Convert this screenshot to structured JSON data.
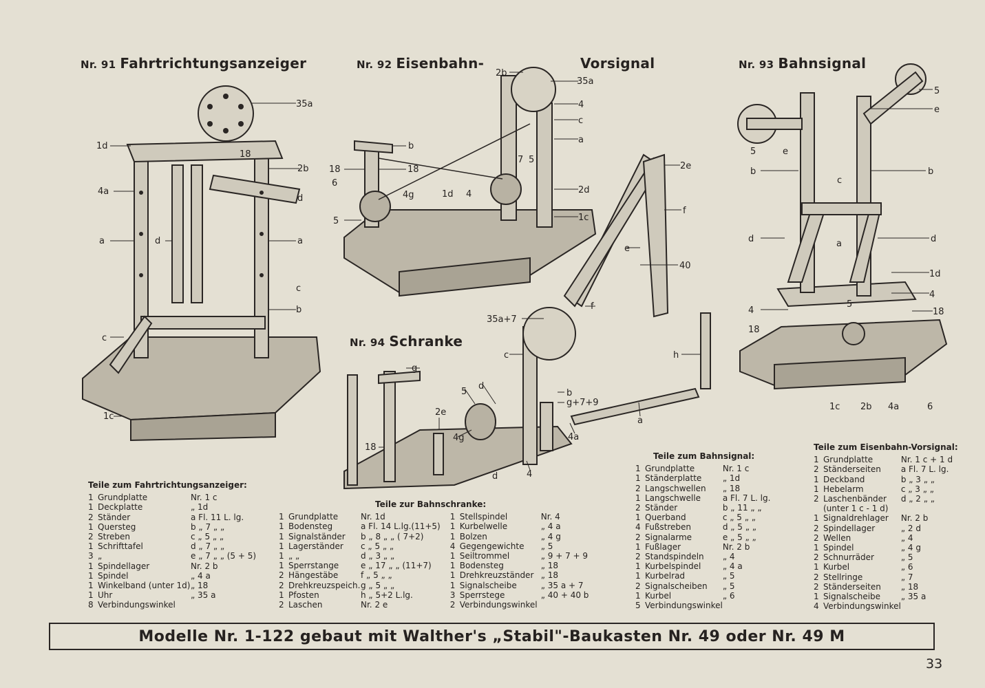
{
  "models": [
    {
      "nr": "Nr. 91",
      "title": "Fahrtrichtungsanzeiger",
      "labels": [
        "35a",
        "1d",
        "18",
        "2b",
        "4a",
        "d",
        "a",
        "d",
        "a",
        "c",
        "b",
        "c",
        "1c"
      ]
    },
    {
      "nr": "Nr. 92",
      "title": "Eisenbahn-",
      "title2": "Vorsignal",
      "labels": [
        "2b",
        "35a",
        "4",
        "c",
        "a",
        "b",
        "18",
        "18",
        "6",
        "4g",
        "1d",
        "7",
        "5",
        "4",
        "2d",
        "5",
        "1c"
      ]
    },
    {
      "nr": "Nr. 93",
      "title": "Bahnsignal",
      "labels": [
        "5",
        "e",
        "5",
        "e",
        "b",
        "b",
        "c",
        "d",
        "d",
        "a",
        "1d",
        "4",
        "5",
        "4",
        "18",
        "18",
        "1c",
        "2b",
        "4a",
        "6"
      ]
    },
    {
      "nr": "Nr. 94",
      "title": "Schranke",
      "labels": [
        "2e",
        "f",
        "e",
        "40",
        "35a+7",
        "f",
        "c",
        "h",
        "g",
        "2e",
        "5",
        "d",
        "b",
        "g+7+9",
        "4g",
        "4a",
        "a",
        "18",
        "d",
        "4"
      ]
    }
  ],
  "parts_91": {
    "heading": "Teile zum Fahrtrichtungsanzeiger:",
    "rows": [
      [
        "1",
        "Grundplatte",
        "Nr. 1 c"
      ],
      [
        "1",
        "Deckplatte",
        "„ 1d"
      ],
      [
        "2",
        "Ständer",
        "a Fl. 11 L. lg."
      ],
      [
        "1",
        "Quersteg",
        "b „ 7 „ „"
      ],
      [
        "2",
        "Streben",
        "c „ 5 „ „"
      ],
      [
        "1",
        "Schrifttafel",
        "d „ 7 „ „"
      ],
      [
        "3",
        "„",
        "e „ 7 „ „ (5 + 5)"
      ],
      [
        "1",
        "Spindellager",
        "Nr. 2 b"
      ],
      [
        "1",
        "Spindel",
        "„ 4 a"
      ],
      [
        "1",
        "Winkelband (unter 1d)",
        "„ 18"
      ],
      [
        "1",
        "Uhr",
        "„ 35 a"
      ],
      [
        "8",
        "Verbindungswinkel",
        ""
      ]
    ]
  },
  "parts_94": {
    "heading": "Teile zur Bahnschranke:",
    "rows_a": [
      [
        "1",
        "Grundplatte",
        "Nr. 1d"
      ],
      [
        "1",
        "Bodensteg",
        "a Fl. 14 L.lg.(11+5)"
      ],
      [
        "1",
        "Signalständer",
        "b „ 8 „ „ ( 7+2)"
      ],
      [
        "1",
        "Lagerständer",
        "c „ 5 „ „"
      ],
      [
        "1",
        "„ „",
        "d „ 3 „ „"
      ],
      [
        "1",
        "Sperrstange",
        "e „ 17 „ „ (11+7)"
      ],
      [
        "2",
        "Hängestäbe",
        "f „ 5 „ „"
      ],
      [
        "2",
        "Drehkreuzspeich.",
        "g „ 5 „ „"
      ],
      [
        "1",
        "Pfosten",
        "h „ 5+2 L.lg."
      ],
      [
        "2",
        "Laschen",
        "Nr. 2 e"
      ]
    ],
    "rows_b": [
      [
        "1",
        "Stellspindel",
        "Nr. 4"
      ],
      [
        "1",
        "Kurbelwelle",
        "„ 4 a"
      ],
      [
        "1",
        "Bolzen",
        "„ 4 g"
      ],
      [
        "4",
        "Gegengewichte",
        "„ 5"
      ],
      [
        "1",
        "Seiltrommel",
        "„ 9 + 7 + 9"
      ],
      [
        "1",
        "Bodensteg",
        "„ 18"
      ],
      [
        "1",
        "Drehkreuzständer",
        "„ 18"
      ],
      [
        "1",
        "Signalscheibe",
        "„ 35 a + 7"
      ],
      [
        "3",
        "Sperrstege",
        "„ 40 + 40 b"
      ],
      [
        "2",
        "Verbindungswinkel",
        ""
      ]
    ]
  },
  "parts_93": {
    "heading": "Teile zum Bahnsignal:",
    "rows": [
      [
        "1",
        "Grundplatte",
        "Nr. 1 c"
      ],
      [
        "1",
        "Ständerplatte",
        "„ 1d"
      ],
      [
        "2",
        "Langschwellen",
        "„ 18"
      ],
      [
        "1",
        "Langschwelle",
        "a Fl. 7 L. lg."
      ],
      [
        "2",
        "Ständer",
        "b „ 11 „ „"
      ],
      [
        "1",
        "Querband",
        "c „ 5 „ „"
      ],
      [
        "4",
        "Fußstreben",
        "d „ 5 „ „"
      ],
      [
        "2",
        "Signalarme",
        "e „ 5 „ „"
      ],
      [
        "1",
        "Fußlager",
        "Nr. 2 b"
      ],
      [
        "2",
        "Standspindeln",
        "„ 4"
      ],
      [
        "1",
        "Kurbelspindel",
        "„ 4 a"
      ],
      [
        "1",
        "Kurbelrad",
        "„ 5"
      ],
      [
        "2",
        "Signalscheiben",
        "„ 5"
      ],
      [
        "1",
        "Kurbel",
        "„ 6"
      ],
      [
        "5",
        "Verbindungswinkel",
        ""
      ]
    ]
  },
  "parts_92": {
    "heading": "Teile zum Eisenbahn-Vorsignal:",
    "rows": [
      [
        "1",
        "Grundplatte",
        "Nr. 1 c + 1 d"
      ],
      [
        "2",
        "Ständerseiten",
        "a Fl. 7 L. lg."
      ],
      [
        "1",
        "Deckband",
        "b „ 3 „ „"
      ],
      [
        "1",
        "Hebelarm",
        "c „ 3 „ „"
      ],
      [
        "2",
        "Laschenbänder",
        "d „ 2 „ „"
      ],
      [
        "",
        "(unter 1 c - 1 d)",
        ""
      ],
      [
        "1",
        "Signaldrehlager",
        "Nr. 2 b"
      ],
      [
        "2",
        "Spindellager",
        "„ 2 d"
      ],
      [
        "2",
        "Wellen",
        "„ 4"
      ],
      [
        "1",
        "Spindel",
        "„ 4 g"
      ],
      [
        "2",
        "Schnurräder",
        "„ 5"
      ],
      [
        "1",
        "Kurbel",
        "„ 6"
      ],
      [
        "2",
        "Stellringe",
        "„ 7"
      ],
      [
        "2",
        "Ständerseiten",
        "„ 18"
      ],
      [
        "1",
        "Signalscheibe",
        "„ 35 a"
      ],
      [
        "4",
        "Verbindungswinkel",
        ""
      ]
    ]
  },
  "banner": "Modelle Nr. 1-122 gebaut mit Walther's „Stabil\"-Baukasten Nr. 49 oder Nr. 49 M",
  "page_number": "33"
}
